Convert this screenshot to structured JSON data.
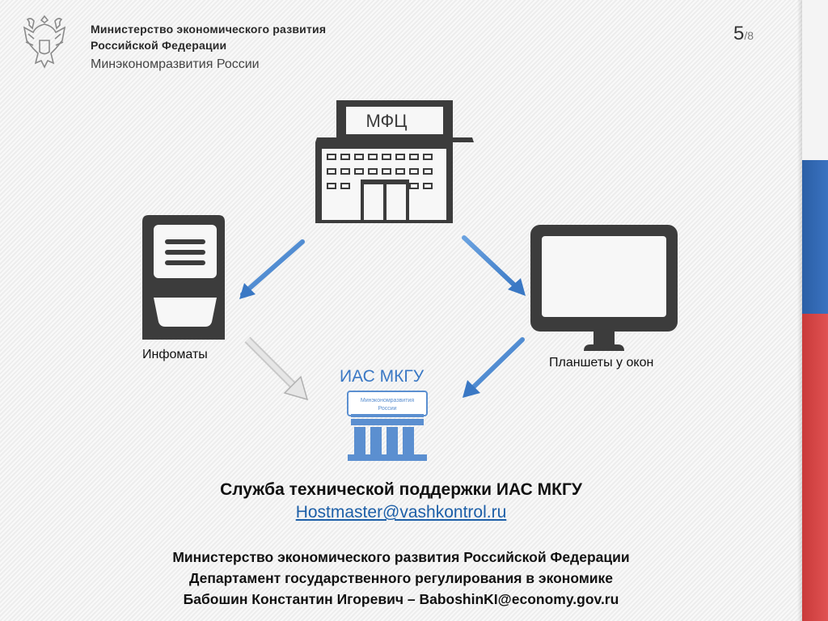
{
  "header": {
    "org_line1": "Министерство экономического развития",
    "org_line2": "Российской Федерации",
    "org_line3": "Минэкономразвития России"
  },
  "page": {
    "current": "5",
    "total": "/8"
  },
  "diagram": {
    "mfc_sign": "МФЦ",
    "infomats_label": "Инфоматы",
    "tablets_label": "Планшеты у окон",
    "ias_label": "ИАС МКГУ",
    "ias_sign_line1": "Минэкономразвития",
    "ias_sign_line2": "России"
  },
  "support": {
    "title": "Служба технической поддержки ИАС МКГУ",
    "email": "Hostmaster@vashkontrol.ru"
  },
  "footer": {
    "line1": "Министерство экономического развития Российской Федерации",
    "line2": "Департамент государственного регулирования в экономике",
    "line3": "Бабошин Константин Игоревич – BaboshinKI@economy.gov.ru"
  },
  "colors": {
    "accent": "#3a78c4",
    "icon": "#3c3c3c",
    "flag_blue": "#2b5fa6",
    "flag_red": "#d94848"
  }
}
